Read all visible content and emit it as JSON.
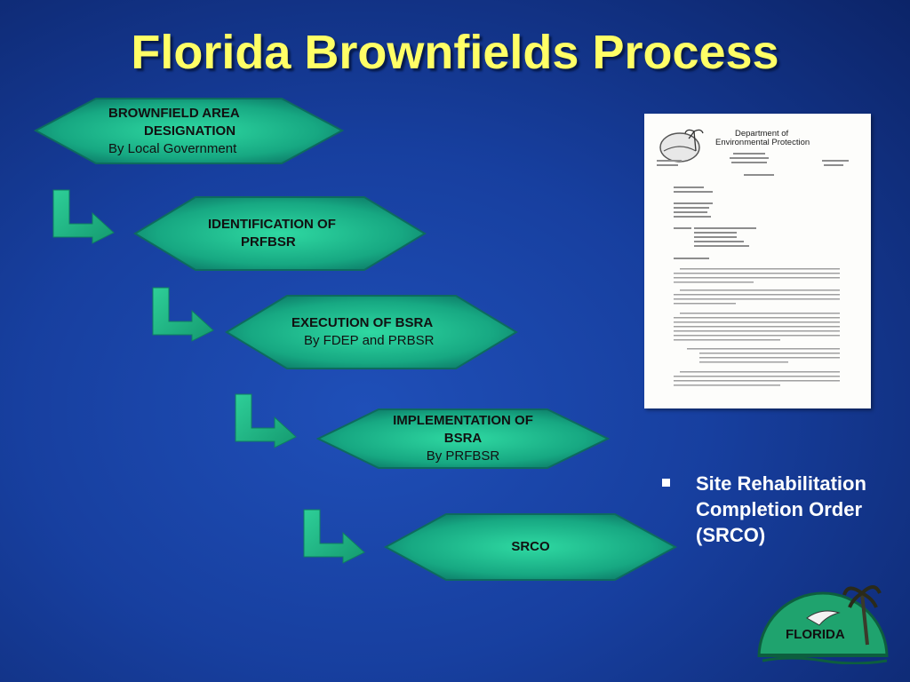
{
  "slide": {
    "title": "Florida Brownfields Process"
  },
  "steps": [
    {
      "line1": "BROWNFIELD AREA",
      "line2": "DESIGNATION",
      "line3": "By Local Government"
    },
    {
      "line1": "IDENTIFICATION OF",
      "line2": "PRFBSR"
    },
    {
      "line1": "EXECUTION OF BSRA",
      "line2": "By FDEP and PRBSR"
    },
    {
      "line1": "IMPLEMENTATION OF",
      "line2": "BSRA",
      "line3": "By PRFBSR"
    },
    {
      "line1": "SRCO"
    }
  ],
  "document": {
    "header_line1": "Department of",
    "header_line2": "Environmental Protection"
  },
  "bullet": {
    "line1": "Site Rehabilitation",
    "line2": "Completion Order",
    "line3": "(SRCO)"
  },
  "logo": {
    "text": "FLORIDA"
  },
  "colors": {
    "title": "#ffff66",
    "hex_fill": "#1bb387",
    "hex_stroke": "#0f6f64",
    "arrow": "#1fb58a"
  }
}
